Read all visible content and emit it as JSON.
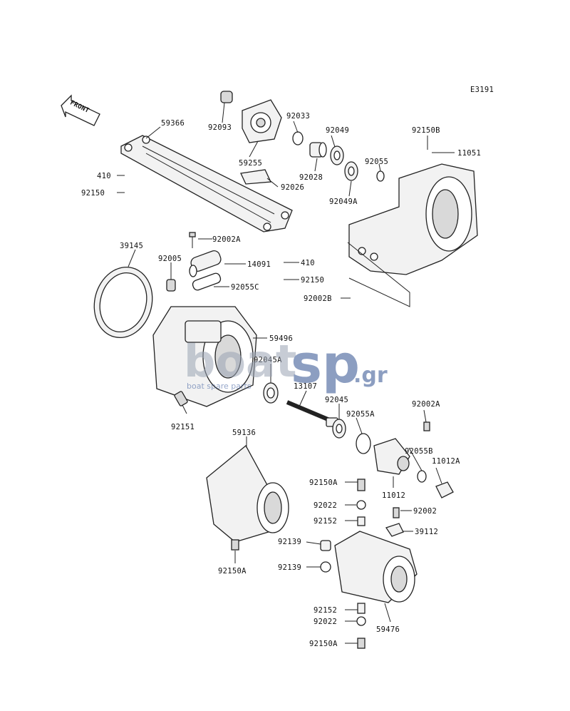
{
  "diagram": {
    "code": "E3191",
    "front_label": "FRONT",
    "watermark": {
      "brand_left": "boat",
      "brand_right": "sp",
      "suffix": ".gr",
      "tagline": "boat spare parts"
    }
  },
  "parts": [
    {
      "id": "p01",
      "label": "59366"
    },
    {
      "id": "p02",
      "label": "92093"
    },
    {
      "id": "p03",
      "label": "92033"
    },
    {
      "id": "p04",
      "label": "92049"
    },
    {
      "id": "p05",
      "label": "92150B"
    },
    {
      "id": "p06",
      "label": "11051"
    },
    {
      "id": "p07",
      "label": "410"
    },
    {
      "id": "p08",
      "label": "92150"
    },
    {
      "id": "p09",
      "label": "59255"
    },
    {
      "id": "p10",
      "label": "92028"
    },
    {
      "id": "p11",
      "label": "92055"
    },
    {
      "id": "p12",
      "label": "92026"
    },
    {
      "id": "p13",
      "label": "92049A"
    },
    {
      "id": "p14",
      "label": "39145"
    },
    {
      "id": "p15",
      "label": "92002A"
    },
    {
      "id": "p16",
      "label": "92005"
    },
    {
      "id": "p17",
      "label": "14091"
    },
    {
      "id": "p18",
      "label": "410"
    },
    {
      "id": "p19",
      "label": "92150"
    },
    {
      "id": "p20",
      "label": "92055C"
    },
    {
      "id": "p21",
      "label": "92002B"
    },
    {
      "id": "p22",
      "label": "59496"
    },
    {
      "id": "p23",
      "label": "92045A"
    },
    {
      "id": "p24",
      "label": "13107"
    },
    {
      "id": "p25",
      "label": "92045"
    },
    {
      "id": "p26",
      "label": "92055A"
    },
    {
      "id": "p27",
      "label": "92002A"
    },
    {
      "id": "p28",
      "label": "92151"
    },
    {
      "id": "p29",
      "label": "59136"
    },
    {
      "id": "p30",
      "label": "92055B"
    },
    {
      "id": "p31",
      "label": "11012A"
    },
    {
      "id": "p32",
      "label": "92150A"
    },
    {
      "id": "p33",
      "label": "11012"
    },
    {
      "id": "p34",
      "label": "92022"
    },
    {
      "id": "p35",
      "label": "92002"
    },
    {
      "id": "p36",
      "label": "92152"
    },
    {
      "id": "p37",
      "label": "39112"
    },
    {
      "id": "p38",
      "label": "92139"
    },
    {
      "id": "p39",
      "label": "92139"
    },
    {
      "id": "p40",
      "label": "92150A"
    },
    {
      "id": "p41",
      "label": "92152"
    },
    {
      "id": "p42",
      "label": "59476"
    },
    {
      "id": "p43",
      "label": "92022"
    },
    {
      "id": "p44",
      "label": "92150A"
    }
  ]
}
